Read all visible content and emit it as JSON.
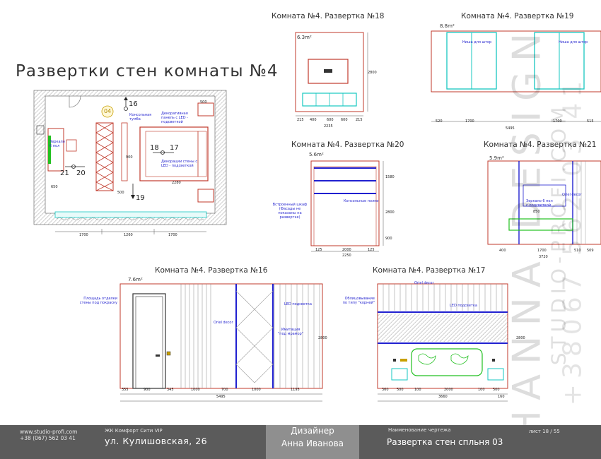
{
  "page": {
    "title": "Развертки стен комнаты №4"
  },
  "plan": {
    "room_tag": "04",
    "markers": [
      "16",
      "17",
      "18",
      "19",
      "20",
      "21"
    ],
    "notes": {
      "console": "Консольная тумба",
      "decor_panel": "Декоративная панель с LED - подсветкой",
      "decor_wall": "Декорации стены с LED - подсветкой",
      "mirror": "Зеркало 6 пол"
    },
    "dims": {
      "d650": "650",
      "d1700a": "1700",
      "d1260": "1260",
      "d1700b": "1700",
      "d2280": "2280",
      "d500a": "500",
      "d500b": "500",
      "d900": "900"
    }
  },
  "sheet18": {
    "title": "Комната №4. Развертка №18",
    "area": "6.3m²",
    "dims": {
      "total": "2235",
      "a": "215",
      "b": "400",
      "c": "600",
      "d": "600",
      "e": "215",
      "h": "2800"
    }
  },
  "sheet19": {
    "title": "Комната №4. Развертка №19",
    "area": "8.8m²",
    "notes": {
      "n1": "Ниша для штор",
      "n2": "Ниша для штор"
    },
    "dims": {
      "total": "5495",
      "a": "520",
      "b": "1700",
      "c": "1700",
      "d": "515"
    }
  },
  "sheet20": {
    "title": "Комната №4. Развертка №20",
    "area": "5.6m²",
    "notes": {
      "wardrobe": "Встроенный шкаф (Фасады не показаны на развертке)",
      "shelves": "Консольные полки"
    },
    "dims": {
      "total": "2250",
      "a": "125",
      "b": "2000",
      "c": "125",
      "h": "2800",
      "s1": "1580",
      "s2": "900"
    }
  },
  "sheet21": {
    "title": "Комната №4. Развертка №21",
    "area": "5.9m²",
    "notes": {
      "mirror": "Зеркало 6 пол с подсветкой",
      "decor": "Oriel decor"
    },
    "dims": {
      "total": "3720",
      "a": "400",
      "b": "1700",
      "c": "510",
      "d": "509",
      "e": "850"
    }
  },
  "sheet16": {
    "title": "Комната №4. Развертка №16",
    "area": "7.6m²",
    "notes": {
      "paint": "Площадь отделки стены под покраску",
      "decor": "Oriel decor",
      "led": "LED подсветка",
      "marble": "Имитация \"под мрамор\""
    },
    "dims": {
      "total": "5495",
      "a": "355",
      "b": "900",
      "c": "345",
      "d": "1000",
      "e": "700",
      "f": "1000",
      "g": "1195",
      "h": "2800"
    }
  },
  "sheet17": {
    "title": "Комната №4. Развертка №17",
    "notes": {
      "decor": "Oriel decor",
      "led": "LED подсветка",
      "finish": "Облицовывание по типу \"корней\""
    },
    "dims": {
      "total": "3660",
      "a": "360",
      "b": "500",
      "c": "100",
      "d": "2000",
      "e": "100",
      "f": "500",
      "g": "160",
      "h": "2800"
    }
  },
  "watermark": {
    "brand": "HANNA DESIGN",
    "studio": "STUDIO-PROFI.COM",
    "phone": "+38067 562 03 41"
  },
  "footer": {
    "website": "www.studio-profi.com",
    "phone": "+38 (067) 562 03 41",
    "project": "ЖК Комфорт Сити VIP",
    "address": "ул. Кулишовская, 26",
    "designer_label": "Дизайнер",
    "designer_name": "Анна Иванова",
    "drawing_label": "Наименование чертежа",
    "drawing_name": "Развертка стен спльня 03",
    "sheet": "лист 18 / 55"
  },
  "colors": {
    "wall": "#c0392b",
    "teal": "#16c7c0",
    "blue": "#2020d0",
    "green": "#22c020",
    "hatch": "#666666"
  }
}
